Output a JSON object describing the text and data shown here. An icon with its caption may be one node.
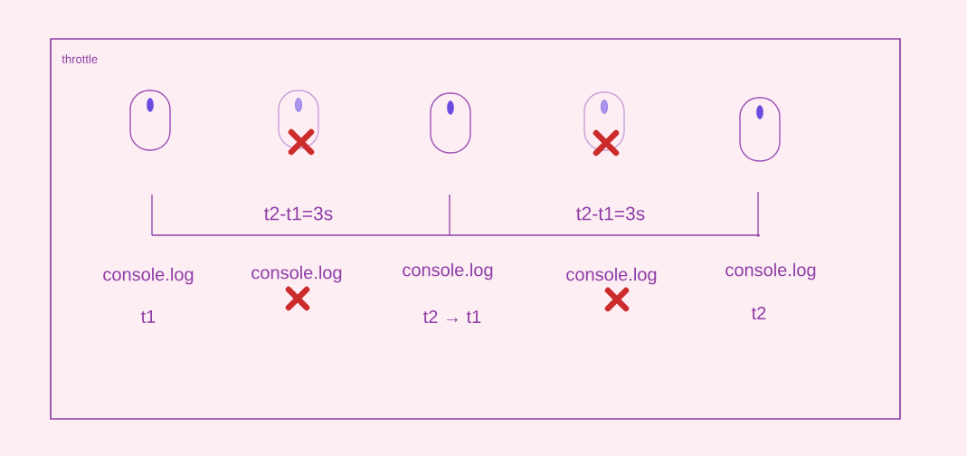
{
  "diagram": {
    "nodes": [
      {
        "text": [
          "throttle"
        ]
      }
    ],
    "labels": [
      "t2-t1=3s",
      "t2-t1=3s",
      "console.log",
      "console.log",
      "console.log",
      "console.log",
      "console.log",
      "t1",
      "t2 → t1",
      "t2"
    ]
  }
}
